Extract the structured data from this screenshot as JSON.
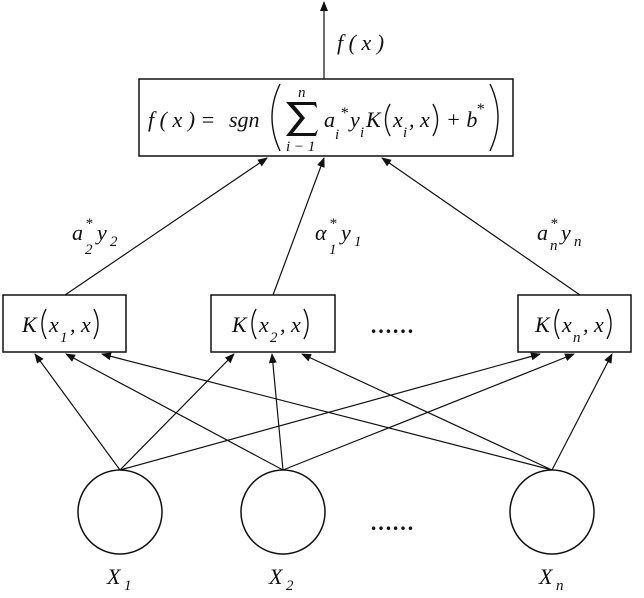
{
  "output": {
    "label": "f ( x )"
  },
  "decision_box": {
    "lhs": "f ( x ) =",
    "sgn": "sgn",
    "sum_upper": "n",
    "sum_lower": "i − 1",
    "term": "a",
    "term_sub": "i",
    "term_sup": "*",
    "y": "y",
    "y_sub": "i",
    "kernel": "K",
    "x": "x",
    "x_sub": "i",
    "x2": ", x",
    "plus_b": "+ b",
    "b_sup": "*"
  },
  "weights": [
    {
      "base": "a",
      "sup": "*",
      "sub": "2",
      "y": "y",
      "y_sub": "2"
    },
    {
      "base": "α",
      "sup": "*",
      "sub": "1",
      "y": "y",
      "y_sub": "1"
    },
    {
      "base": "a",
      "sup": "*",
      "sub": "n",
      "y": "y",
      "y_sub": "n"
    }
  ],
  "kernels": [
    {
      "k": "K",
      "x": "x",
      "sub": "1",
      "rest": ", x"
    },
    {
      "k": "K",
      "x": "x",
      "sub": "2",
      "rest": ", x"
    },
    {
      "k": "K",
      "x": "x",
      "sub": "n",
      "rest": ", x"
    }
  ],
  "ellipsis": "……",
  "inputs": [
    {
      "label": "X",
      "sub": "1"
    },
    {
      "label": "X",
      "sub": "2"
    },
    {
      "label": "X",
      "sub": "n"
    }
  ]
}
